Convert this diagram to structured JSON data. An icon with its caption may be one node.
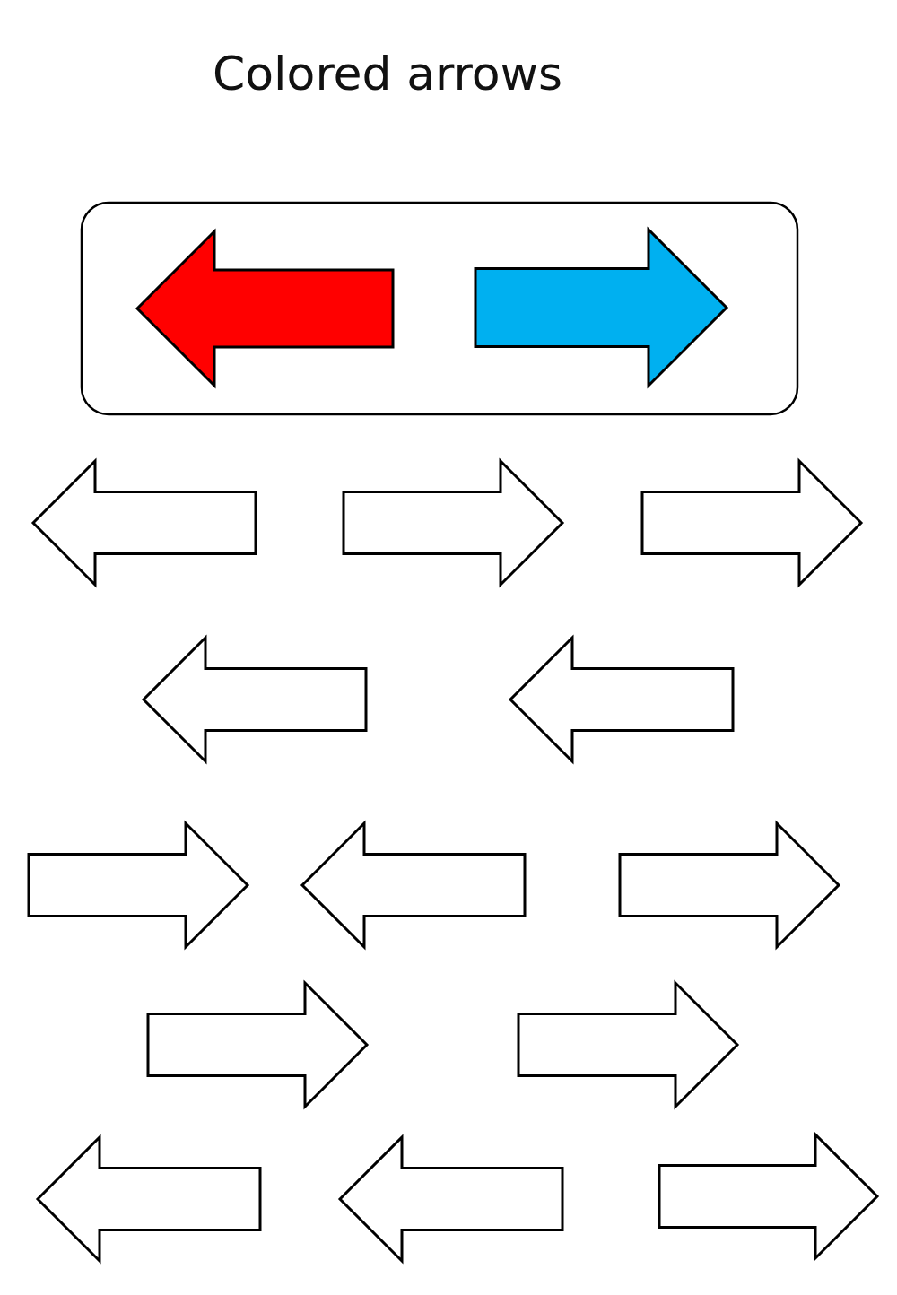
{
  "diagram": {
    "title": "Colored arrows",
    "nodes": [
      {
        "text": [],
        "shape": "box"
      },
      {
        "text": [],
        "shape": "arrow",
        "in": 0
      },
      {
        "text": [],
        "shape": "arrow",
        "in": 0
      },
      {
        "text": [],
        "shape": "arrow"
      },
      {
        "text": [],
        "shape": "arrow"
      },
      {
        "text": [],
        "shape": "arrow"
      },
      {
        "text": [],
        "shape": "arrow"
      },
      {
        "text": [],
        "shape": "arrow"
      },
      {
        "text": [],
        "shape": "arrow"
      },
      {
        "text": [],
        "shape": "arrow"
      },
      {
        "text": [],
        "shape": "arrow"
      },
      {
        "text": [],
        "shape": "arrow"
      },
      {
        "text": [],
        "shape": "arrow"
      },
      {
        "text": [],
        "shape": "arrow"
      },
      {
        "text": [],
        "shape": "arrow"
      },
      {
        "text": [],
        "shape": "arrow"
      }
    ]
  }
}
